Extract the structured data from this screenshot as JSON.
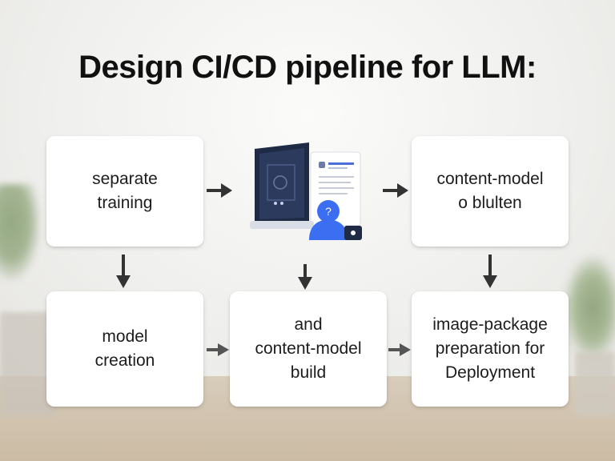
{
  "title": "Design CI/CD pipeline for LLM:",
  "steps": {
    "top_left": {
      "lines": [
        "separate",
        "training"
      ]
    },
    "top_right": {
      "lines": [
        "content-model",
        "o blulten"
      ]
    },
    "bottom_left": {
      "lines": [
        "model",
        "creation"
      ]
    },
    "bottom_middle": {
      "lines": [
        "and",
        "content-model",
        "build"
      ]
    },
    "bottom_right": {
      "lines": [
        "image-package",
        "preparation for",
        "Deployment"
      ]
    }
  },
  "illustration": {
    "icon": "computer-with-document-and-user-icon",
    "badge_glyph": "?"
  },
  "colors": {
    "title": "#111111",
    "box": "#ffffff",
    "arrow": "#333333",
    "monitor": "#1f2a44",
    "accent_blue": "#3b6ef0"
  }
}
